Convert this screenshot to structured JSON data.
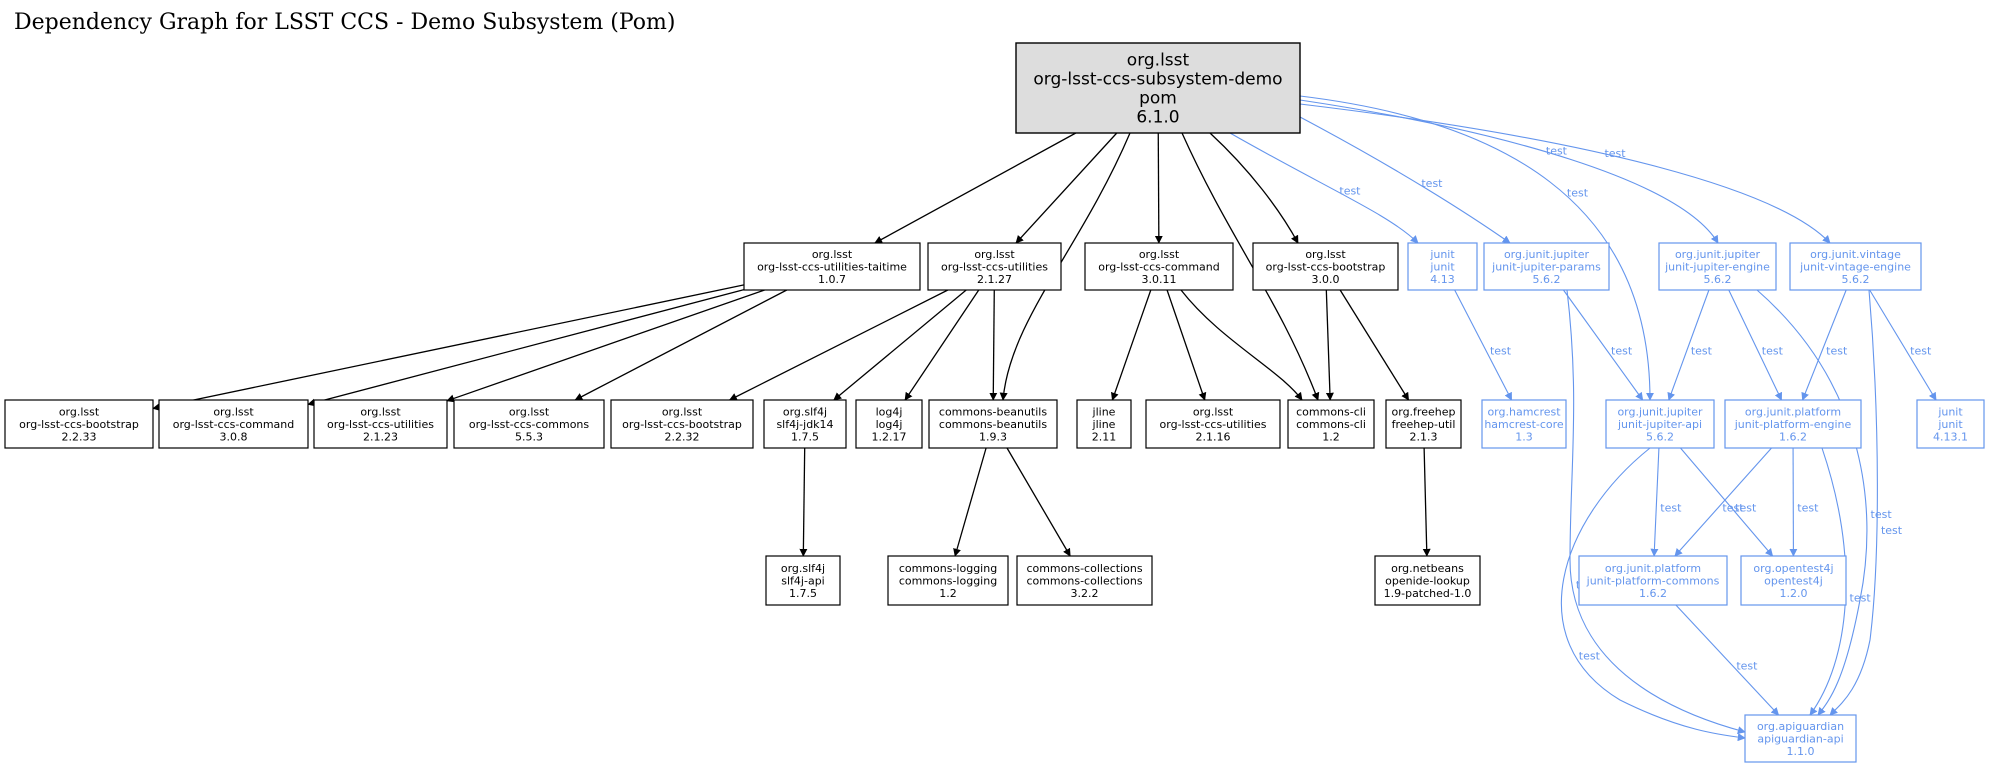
{
  "title": "Dependency Graph for LSST CCS - Demo Subsystem (Pom)",
  "colors": {
    "compile": "#000000",
    "test": "#6495ed",
    "root_fill": "#dddddd"
  },
  "nodes": [
    {
      "id": "root",
      "lines": [
        "org.lsst",
        "org-lsst-ccs-subsystem-demo",
        "pom",
        "6.1.0"
      ],
      "kind": "root"
    },
    {
      "id": "taitime",
      "lines": [
        "org.lsst",
        "org-lsst-ccs-utilities-taitime",
        "1.0.7"
      ],
      "kind": "compile"
    },
    {
      "id": "util2127",
      "lines": [
        "org.lsst",
        "org-lsst-ccs-utilities",
        "2.1.27"
      ],
      "kind": "compile"
    },
    {
      "id": "cmd3011",
      "lines": [
        "org.lsst",
        "org-lsst-ccs-command",
        "3.0.11"
      ],
      "kind": "compile"
    },
    {
      "id": "boot300",
      "lines": [
        "org.lsst",
        "org-lsst-ccs-bootstrap",
        "3.0.0"
      ],
      "kind": "compile"
    },
    {
      "id": "junit413",
      "lines": [
        "junit",
        "junit",
        "4.13"
      ],
      "kind": "test"
    },
    {
      "id": "jparams",
      "lines": [
        "org.junit.jupiter",
        "junit-jupiter-params",
        "5.6.2"
      ],
      "kind": "test"
    },
    {
      "id": "jengine",
      "lines": [
        "org.junit.jupiter",
        "junit-jupiter-engine",
        "5.6.2"
      ],
      "kind": "test"
    },
    {
      "id": "vintage",
      "lines": [
        "org.junit.vintage",
        "junit-vintage-engine",
        "5.6.2"
      ],
      "kind": "test"
    },
    {
      "id": "boot2233",
      "lines": [
        "org.lsst",
        "org-lsst-ccs-bootstrap",
        "2.2.33"
      ],
      "kind": "compile"
    },
    {
      "id": "cmd308",
      "lines": [
        "org.lsst",
        "org-lsst-ccs-command",
        "3.0.8"
      ],
      "kind": "compile"
    },
    {
      "id": "util2123",
      "lines": [
        "org.lsst",
        "org-lsst-ccs-utilities",
        "2.1.23"
      ],
      "kind": "compile"
    },
    {
      "id": "commons553",
      "lines": [
        "org.lsst",
        "org-lsst-ccs-commons",
        "5.5.3"
      ],
      "kind": "compile"
    },
    {
      "id": "boot2232",
      "lines": [
        "org.lsst",
        "org-lsst-ccs-bootstrap",
        "2.2.32"
      ],
      "kind": "compile"
    },
    {
      "id": "slf4jjdk",
      "lines": [
        "org.slf4j",
        "slf4j-jdk14",
        "1.7.5"
      ],
      "kind": "compile"
    },
    {
      "id": "log4j",
      "lines": [
        "log4j",
        "log4j",
        "1.2.17"
      ],
      "kind": "compile"
    },
    {
      "id": "beanutils",
      "lines": [
        "commons-beanutils",
        "commons-beanutils",
        "1.9.3"
      ],
      "kind": "compile"
    },
    {
      "id": "jline",
      "lines": [
        "jline",
        "jline",
        "2.11"
      ],
      "kind": "compile"
    },
    {
      "id": "util2116",
      "lines": [
        "org.lsst",
        "org-lsst-ccs-utilities",
        "2.1.16"
      ],
      "kind": "compile"
    },
    {
      "id": "cli",
      "lines": [
        "commons-cli",
        "commons-cli",
        "1.2"
      ],
      "kind": "compile"
    },
    {
      "id": "freehep",
      "lines": [
        "org.freehep",
        "freehep-util",
        "2.1.3"
      ],
      "kind": "compile"
    },
    {
      "id": "hamcrest",
      "lines": [
        "org.hamcrest",
        "hamcrest-core",
        "1.3"
      ],
      "kind": "test"
    },
    {
      "id": "japi",
      "lines": [
        "org.junit.jupiter",
        "junit-jupiter-api",
        "5.6.2"
      ],
      "kind": "test"
    },
    {
      "id": "pengine",
      "lines": [
        "org.junit.platform",
        "junit-platform-engine",
        "1.6.2"
      ],
      "kind": "test"
    },
    {
      "id": "junit4131",
      "lines": [
        "junit",
        "junit",
        "4.13.1"
      ],
      "kind": "test"
    },
    {
      "id": "slf4japi",
      "lines": [
        "org.slf4j",
        "slf4j-api",
        "1.7.5"
      ],
      "kind": "compile"
    },
    {
      "id": "logging",
      "lines": [
        "commons-logging",
        "commons-logging",
        "1.2"
      ],
      "kind": "compile"
    },
    {
      "id": "collections",
      "lines": [
        "commons-collections",
        "commons-collections",
        "3.2.2"
      ],
      "kind": "compile"
    },
    {
      "id": "lookup",
      "lines": [
        "org.netbeans",
        "openide-lookup",
        "1.9-patched-1.0"
      ],
      "kind": "compile"
    },
    {
      "id": "pcommons",
      "lines": [
        "org.junit.platform",
        "junit-platform-commons",
        "1.6.2"
      ],
      "kind": "test"
    },
    {
      "id": "opentest",
      "lines": [
        "org.opentest4j",
        "opentest4j",
        "1.2.0"
      ],
      "kind": "test"
    },
    {
      "id": "apiguardian",
      "lines": [
        "org.apiguardian",
        "apiguardian-api",
        "1.1.0"
      ],
      "kind": "test"
    }
  ],
  "edges": [
    {
      "from": "root",
      "to": "taitime",
      "kind": "compile"
    },
    {
      "from": "root",
      "to": "util2127",
      "kind": "compile"
    },
    {
      "from": "root",
      "to": "beanutils",
      "kind": "compile"
    },
    {
      "from": "root",
      "to": "cmd3011",
      "kind": "compile"
    },
    {
      "from": "root",
      "to": "cli",
      "kind": "compile"
    },
    {
      "from": "root",
      "to": "boot300",
      "kind": "compile"
    },
    {
      "from": "root",
      "to": "junit413",
      "kind": "test",
      "label": "test"
    },
    {
      "from": "root",
      "to": "jparams",
      "kind": "test",
      "label": "test"
    },
    {
      "from": "root",
      "to": "japi",
      "kind": "test",
      "label": "test"
    },
    {
      "from": "root",
      "to": "jengine",
      "kind": "test",
      "label": "test"
    },
    {
      "from": "root",
      "to": "vintage",
      "kind": "test",
      "label": "test"
    },
    {
      "from": "taitime",
      "to": "boot2233",
      "kind": "compile"
    },
    {
      "from": "taitime",
      "to": "cmd308",
      "kind": "compile"
    },
    {
      "from": "taitime",
      "to": "util2123",
      "kind": "compile"
    },
    {
      "from": "taitime",
      "to": "commons553",
      "kind": "compile"
    },
    {
      "from": "util2127",
      "to": "boot2232",
      "kind": "compile"
    },
    {
      "from": "util2127",
      "to": "slf4jjdk",
      "kind": "compile"
    },
    {
      "from": "util2127",
      "to": "log4j",
      "kind": "compile"
    },
    {
      "from": "util2127",
      "to": "beanutils",
      "kind": "compile"
    },
    {
      "from": "cmd3011",
      "to": "jline",
      "kind": "compile"
    },
    {
      "from": "cmd3011",
      "to": "util2116",
      "kind": "compile"
    },
    {
      "from": "cmd3011",
      "to": "cli",
      "kind": "compile"
    },
    {
      "from": "boot300",
      "to": "cli",
      "kind": "compile"
    },
    {
      "from": "boot300",
      "to": "freehep",
      "kind": "compile"
    },
    {
      "from": "slf4jjdk",
      "to": "slf4japi",
      "kind": "compile"
    },
    {
      "from": "beanutils",
      "to": "logging",
      "kind": "compile"
    },
    {
      "from": "beanutils",
      "to": "collections",
      "kind": "compile"
    },
    {
      "from": "freehep",
      "to": "lookup",
      "kind": "compile"
    },
    {
      "from": "junit413",
      "to": "hamcrest",
      "kind": "test",
      "label": "test"
    },
    {
      "from": "jparams",
      "to": "japi",
      "kind": "test",
      "label": "test"
    },
    {
      "from": "jparams",
      "to": "apiguardian",
      "kind": "test",
      "label": "test"
    },
    {
      "from": "jengine",
      "to": "japi",
      "kind": "test",
      "label": "test"
    },
    {
      "from": "jengine",
      "to": "pengine",
      "kind": "test",
      "label": "test"
    },
    {
      "from": "jengine",
      "to": "apiguardian",
      "kind": "test",
      "label": "test"
    },
    {
      "from": "vintage",
      "to": "pengine",
      "kind": "test",
      "label": "test"
    },
    {
      "from": "vintage",
      "to": "junit4131",
      "kind": "test",
      "label": "test"
    },
    {
      "from": "vintage",
      "to": "apiguardian",
      "kind": "test",
      "label": "test"
    },
    {
      "from": "japi",
      "to": "pcommons",
      "kind": "test",
      "label": "test"
    },
    {
      "from": "japi",
      "to": "opentest",
      "kind": "test",
      "label": "test"
    },
    {
      "from": "japi",
      "to": "apiguardian",
      "kind": "test",
      "label": "test"
    },
    {
      "from": "pengine",
      "to": "pcommons",
      "kind": "test",
      "label": "test"
    },
    {
      "from": "pengine",
      "to": "opentest",
      "kind": "test",
      "label": "test"
    },
    {
      "from": "pengine",
      "to": "apiguardian",
      "kind": "test",
      "label": "test"
    },
    {
      "from": "pcommons",
      "to": "apiguardian",
      "kind": "test",
      "label": "test"
    }
  ]
}
